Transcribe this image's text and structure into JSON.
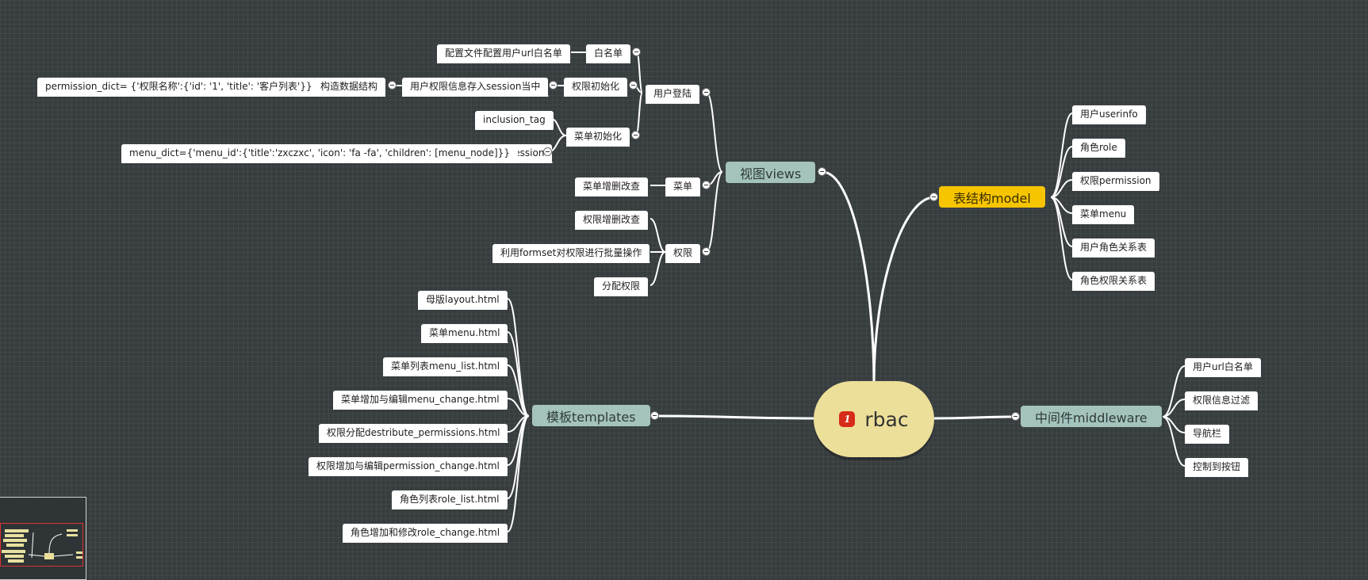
{
  "root": {
    "label": "rbac",
    "icon": "mindmap-app-icon"
  },
  "branches": {
    "views": "视图views",
    "model": "表结构model",
    "templates": "模板templates",
    "middleware": "中间件middleware"
  },
  "views": {
    "login": "用户登陆",
    "whitelist": "白名单",
    "whitelist_config": "配置文件配置用户url白名单",
    "perm_init": "权限初始化",
    "perm_session": "用户权限信息存入session当中",
    "build_struct": "构造数据结构",
    "perm_dict": "permission_dict= {'权限名称':{'id': '1', 'title': '客户列表'}}",
    "menu_init": "菜单初始化",
    "inclusion_tag": "inclusion_tag",
    "session": "session",
    "menu_dict": "menu_dict={'menu_id':{'title':'zxczxc', 'icon': 'fa -fa', 'children': [menu_node]}}",
    "menu": "菜单",
    "menu_crud": "菜单增删改查",
    "perm": "权限",
    "perm_crud": "权限增删改查",
    "formset": "利用formset对权限进行批量操作",
    "assign": "分配权限"
  },
  "model": [
    "用户userinfo",
    "角色role",
    "权限permission",
    "菜单menu",
    "用户角色关系表",
    "角色权限关系表"
  ],
  "templates": [
    "母版layout.html",
    "菜单menu.html",
    "菜单列表menu_list.html",
    "菜单增加与编辑menu_change.html",
    "权限分配destribute_permissions.html",
    "权限增加与编辑permission_change.html",
    "角色列表role_list.html",
    "角色增加和修改role_change.html"
  ],
  "middleware": [
    "用户url白名单",
    "权限信息过滤",
    "导航栏",
    "控制到按钮"
  ],
  "colors": {
    "background": "#373d3f",
    "branch": "#a4c3bd",
    "model_branch": "#f6c500",
    "root": "#ecdf9a",
    "leaf": "#ffffff"
  }
}
